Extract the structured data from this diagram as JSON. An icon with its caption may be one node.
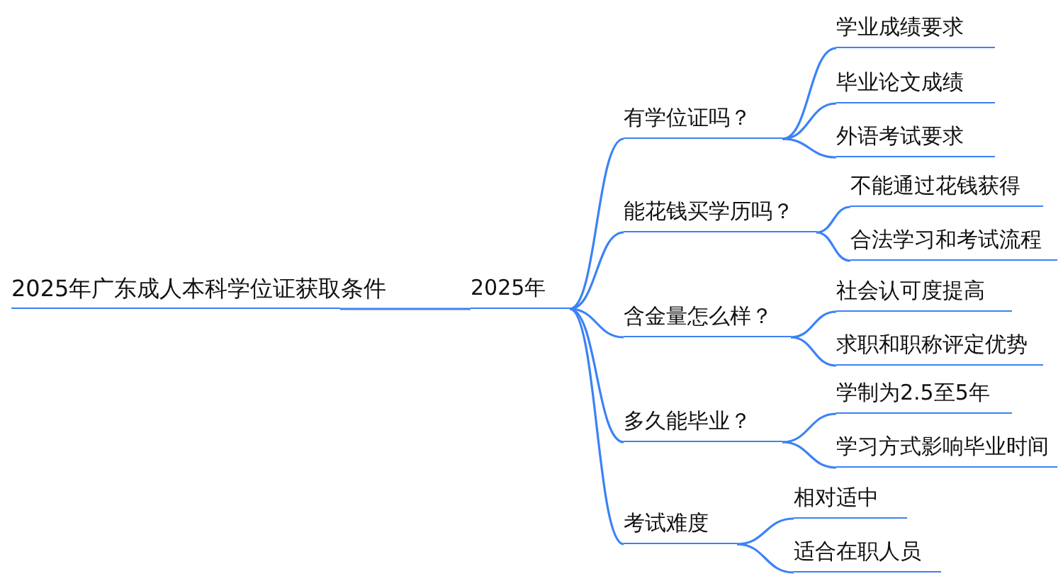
{
  "diagram": {
    "nodes": [
      {
        "text": [
          "2025年广东成人本科学位证获取条件"
        ]
      },
      {
        "text": [
          "2025年"
        ]
      },
      {
        "text": [
          "有学位证吗？"
        ]
      },
      {
        "text": [
          "学业成绩要求"
        ]
      },
      {
        "text": [
          "毕业论文成绩"
        ]
      },
      {
        "text": [
          "外语考试要求"
        ]
      },
      {
        "text": [
          "能花钱买学历吗？"
        ]
      },
      {
        "text": [
          "不能通过花钱获得"
        ]
      },
      {
        "text": [
          "合法学习和考试流程"
        ]
      },
      {
        "text": [
          "含金量怎么样？"
        ]
      },
      {
        "text": [
          "社会认可度提高"
        ]
      },
      {
        "text": [
          "求职和职称评定优势"
        ]
      },
      {
        "text": [
          "多久能毕业？"
        ]
      },
      {
        "text": [
          "学制为2.5至5年"
        ]
      },
      {
        "text": [
          "学习方式影响毕业时间"
        ]
      },
      {
        "text": [
          "考试难度"
        ]
      },
      {
        "text": [
          "相对适中"
        ]
      },
      {
        "text": [
          "适合在职人员"
        ]
      }
    ],
    "edges": [
      {
        "from": 0,
        "to": 1,
        "arrow": "none"
      },
      {
        "from": 1,
        "to": 2,
        "arrow": "none"
      },
      {
        "from": 1,
        "to": 6,
        "arrow": "none"
      },
      {
        "from": 1,
        "to": 9,
        "arrow": "none"
      },
      {
        "from": 1,
        "to": 12,
        "arrow": "none"
      },
      {
        "from": 1,
        "to": 15,
        "arrow": "none"
      },
      {
        "from": 2,
        "to": 3,
        "arrow": "none"
      },
      {
        "from": 2,
        "to": 4,
        "arrow": "none"
      },
      {
        "from": 2,
        "to": 5,
        "arrow": "none"
      },
      {
        "from": 6,
        "to": 7,
        "arrow": "none"
      },
      {
        "from": 6,
        "to": 8,
        "arrow": "none"
      },
      {
        "from": 9,
        "to": 10,
        "arrow": "none"
      },
      {
        "from": 9,
        "to": 11,
        "arrow": "none"
      },
      {
        "from": 12,
        "to": 13,
        "arrow": "none"
      },
      {
        "from": 12,
        "to": 14,
        "arrow": "none"
      },
      {
        "from": 15,
        "to": 16,
        "arrow": "none"
      },
      {
        "from": 15,
        "to": 17,
        "arrow": "none"
      }
    ]
  }
}
